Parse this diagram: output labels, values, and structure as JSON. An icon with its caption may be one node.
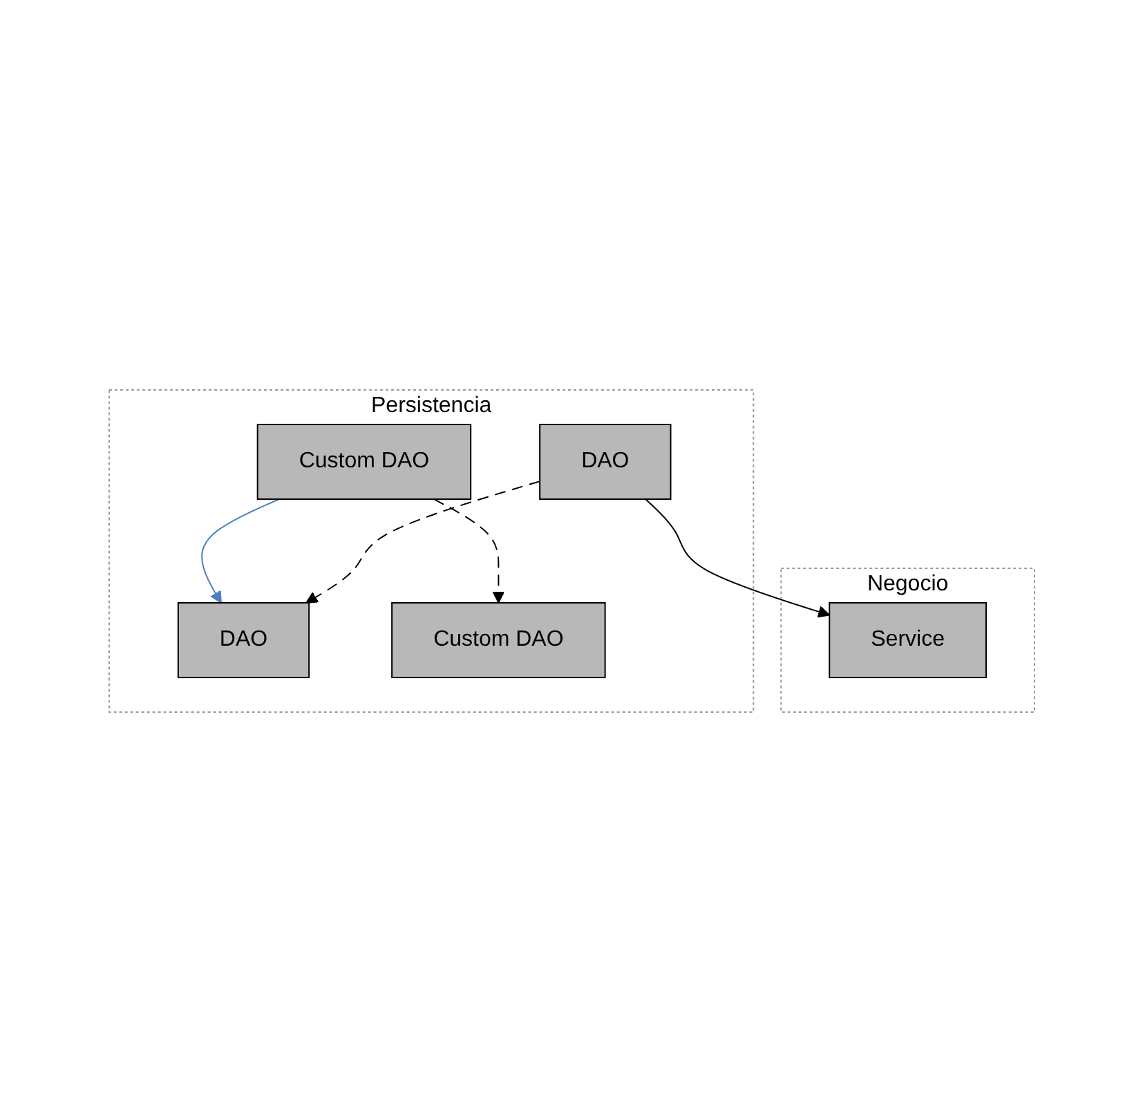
{
  "diagram": {
    "nodes": [
      {
        "text": [
          "Negocio"
        ]
      },
      {
        "text": [
          "Service"
        ],
        "in": 0
      },
      {
        "text": [
          "Persistencia"
        ]
      },
      {
        "text": [
          "DAO"
        ],
        "in": 2
      },
      {
        "text": [
          "Custom DAO"
        ],
        "in": 2
      },
      {
        "text": [
          "DAO"
        ],
        "in": 2
      },
      {
        "text": [
          "Custom DAO"
        ],
        "in": 2
      }
    ],
    "edges": [
      {
        "from": 3,
        "to": 1,
        "arrow": "to"
      },
      {
        "from": 3,
        "to": 5,
        "arrow": "to",
        "style": "dashed"
      },
      {
        "from": 4,
        "to": 5,
        "arrow": "to",
        "color": "#4a7ebb"
      },
      {
        "from": 4,
        "to": 6,
        "arrow": "to",
        "style": "dashed"
      }
    ]
  }
}
